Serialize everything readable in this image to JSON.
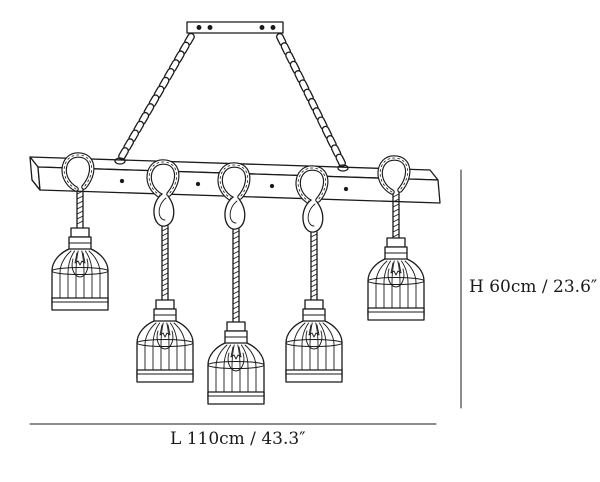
{
  "product": {
    "name": "Rope pendant chandelier with wooden beam and five caged bulbs",
    "lamp_count": 5
  },
  "dimensions": {
    "length_label": "L 110cm / 43.3″",
    "height_label": "H 60cm / 23.6″"
  },
  "colors": {
    "line": "#1a1a1a",
    "background": "#ffffff"
  }
}
